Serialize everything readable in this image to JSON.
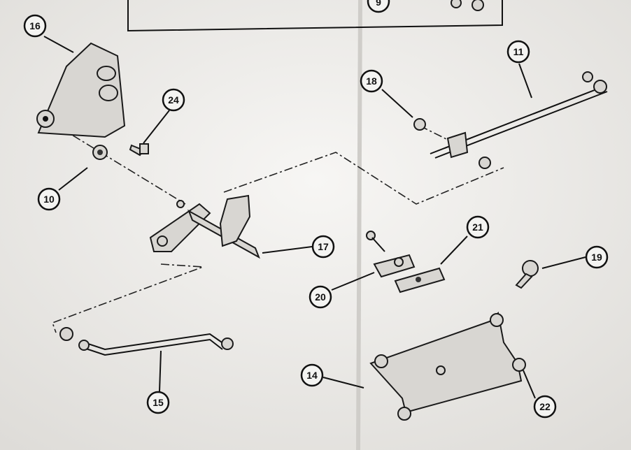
{
  "diagram": {
    "callouts": {
      "c9": "9",
      "c16": "16",
      "c24": "24",
      "c10": "10",
      "c18": "18",
      "c11": "11",
      "c17": "17",
      "c21": "21",
      "c19": "19",
      "c20": "20",
      "c15": "15",
      "c14": "14",
      "c22": "22"
    }
  }
}
